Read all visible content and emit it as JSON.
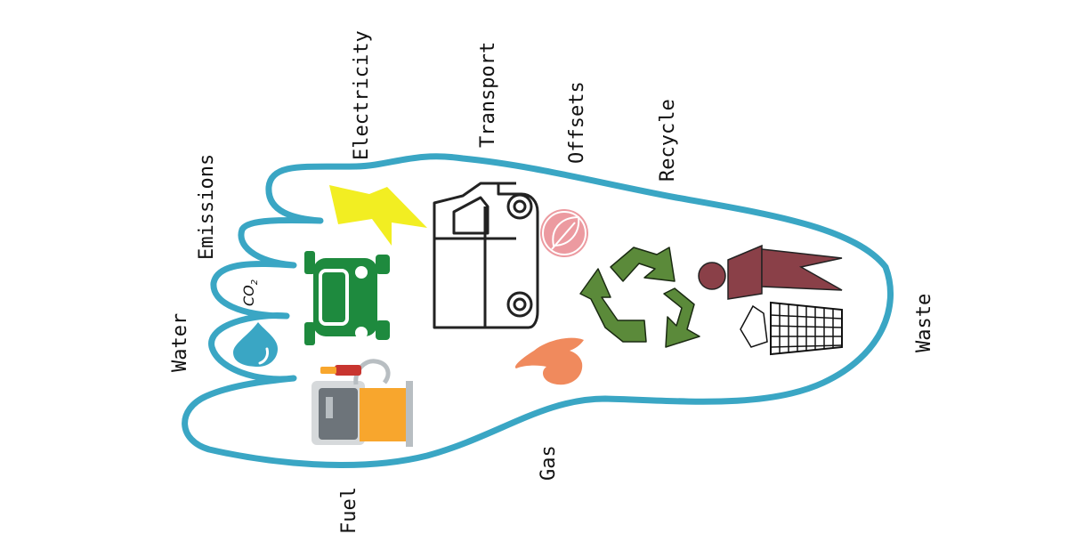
{
  "labels": {
    "water": "Water",
    "emissions": "Emissions",
    "electricity": "Electricity",
    "transport": "Transport",
    "offsets": "Offsets",
    "recycle": "Recycle",
    "waste": "Waste",
    "gas": "Gas",
    "fuel": "Fuel"
  },
  "co2": {
    "text": "CO",
    "subscript": "2"
  },
  "colors": {
    "foot_outline": "#3aa6c4",
    "water": "#3aa6c4",
    "lightning": "#f2ee22",
    "car": "#1e8a3e",
    "van_outline": "#222222",
    "offset_leaf": "#ec9aa0",
    "recycle": "#5b8a3a",
    "waste": "#8a4048",
    "gas_flame": "#f08a5d",
    "fuel_pump_gray": "#6d747a",
    "fuel_pump_orange": "#f8a62d",
    "fuel_nozzle": "#c8352f"
  },
  "icons": [
    "water-drop-icon",
    "co2-icon",
    "lightning-icon",
    "car-icon",
    "van-icon",
    "leaf-offset-icon",
    "recycle-icon",
    "waste-bin-icon",
    "flame-icon",
    "fuel-pump-icon"
  ]
}
